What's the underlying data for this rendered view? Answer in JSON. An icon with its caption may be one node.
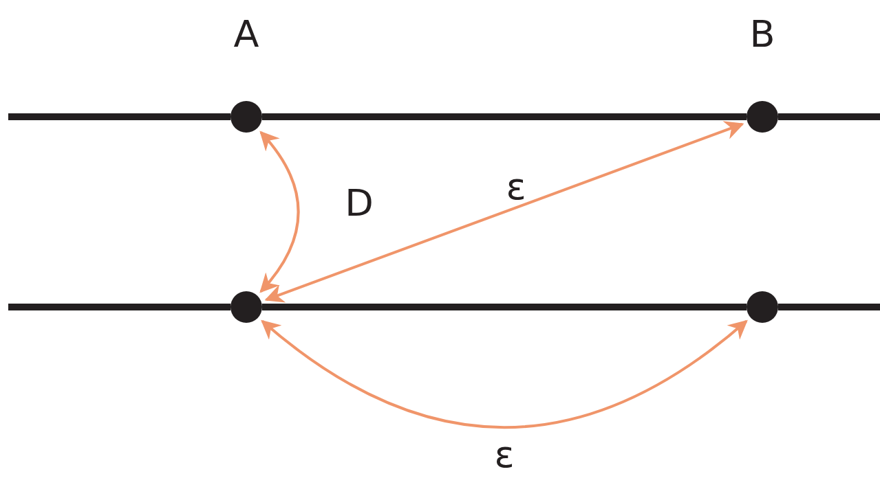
{
  "diagram": {
    "nodes": [
      {
        "text": [],
        "shape": "circle"
      },
      {
        "text": [],
        "shape": "circle"
      },
      {
        "text": [],
        "shape": "circle"
      },
      {
        "text": [],
        "shape": "circle"
      }
    ],
    "edges": [
      {
        "from": 0,
        "to": 1,
        "arrow": "none",
        "style": "thick",
        "color": "#231f20"
      },
      {
        "from": 2,
        "to": 3,
        "arrow": "none",
        "style": "thick",
        "color": "#231f20"
      },
      {
        "from": 0,
        "to": 2,
        "arrow": "both",
        "label": "D"
      },
      {
        "from": 2,
        "to": 1,
        "arrow": "both",
        "label": "ε"
      },
      {
        "from": 2,
        "to": 3,
        "arrow": "both",
        "label": "ε"
      }
    ],
    "labels": [
      "A",
      "B"
    ]
  }
}
